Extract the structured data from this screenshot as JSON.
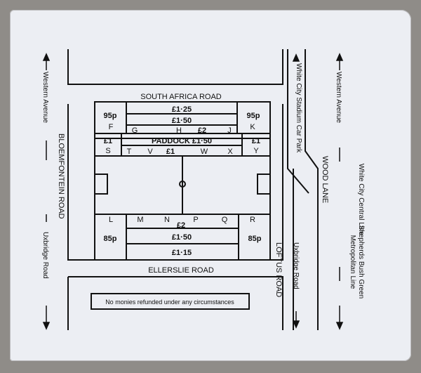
{
  "roads": {
    "top": "SOUTH AFRICA ROAD",
    "bottom": "ELLERSLIE ROAD",
    "left": "BLOEMFONTEIN ROAD",
    "right_loftus": "LOFTUS ROAD",
    "wood_lane": "WOOD LANE",
    "car_park": "White City Stadium Car Park",
    "western_avenue_left": "Western Avenue",
    "uxbridge_road_left": "Uxbridge Road",
    "western_avenue_right": "Western Avenue",
    "uxbridge_road_right": "Uxbridge Road",
    "white_city_line": "White City Central Line",
    "shepherds_bush_line": "Shepherds Bush Green Metropolitan Line"
  },
  "stands": {
    "top_row1_price": "£1·25",
    "top_row2_price": "£1·50",
    "top_left_price": "95p",
    "top_left_letter": "F",
    "top_right_price": "95p",
    "top_right_letter": "K",
    "top_letters": [
      "G",
      "H",
      "J"
    ],
    "top_mid_price": "£2",
    "paddock_label": "PADDOCK £1·50",
    "paddock_left_price": "£1",
    "paddock_left_letter": "S",
    "paddock_right_price": "£1",
    "paddock_right_letter": "Y",
    "paddock_letters": [
      "T",
      "V",
      "W",
      "X"
    ],
    "paddock_mid_price": "£1",
    "bottom_letters": [
      "L",
      "M",
      "N",
      "P",
      "Q",
      "R"
    ],
    "bottom_mid_price": "£2",
    "bottom_left_price": "85p",
    "bottom_right_price": "85p",
    "bottom_row2_price": "£1·50",
    "bottom_row3_price": "£1·15"
  },
  "notice": "No monies refunded under any circumstances",
  "colors": {
    "ink": "#111111",
    "paper": "#eceef3",
    "background": "#8f8c88"
  }
}
